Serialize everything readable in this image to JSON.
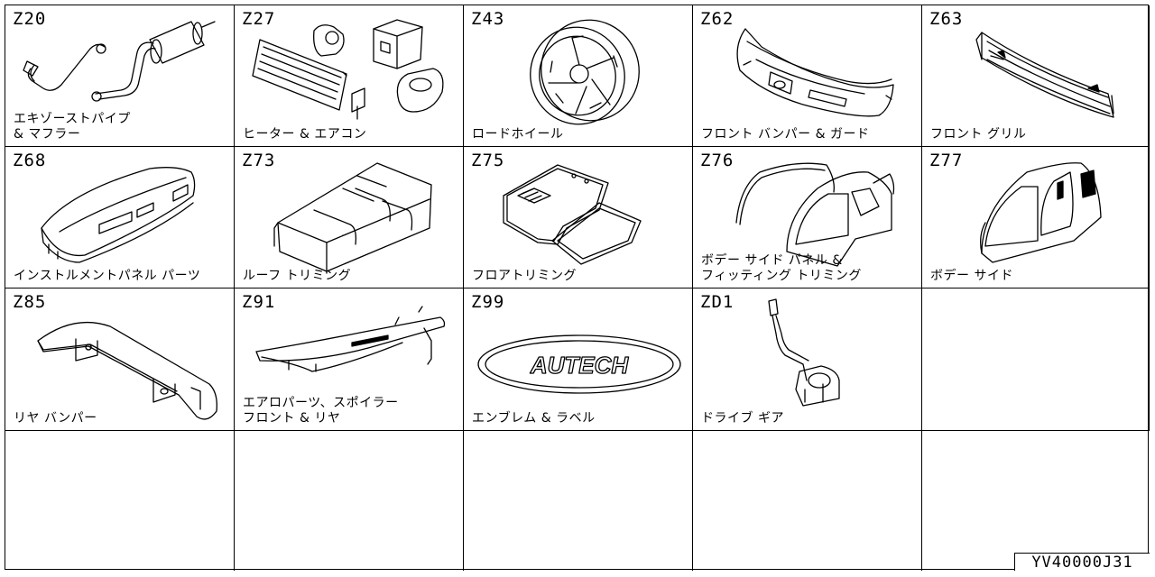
{
  "document_id": "YV40000J31",
  "cells": [
    {
      "code": "Z20",
      "label": "エキゾーストパイプ\n& マフラー",
      "icon": "exhaust-muffler-drawing"
    },
    {
      "code": "Z27",
      "label": "ヒーター & エアコン",
      "icon": "heater-aircon-drawing"
    },
    {
      "code": "Z43",
      "label": "ロードホイール",
      "icon": "road-wheel-drawing"
    },
    {
      "code": "Z62",
      "label": "フロント バンパー & ガード",
      "icon": "front-bumper-drawing"
    },
    {
      "code": "Z63",
      "label": "フロント グリル",
      "icon": "front-grille-drawing"
    },
    {
      "code": "Z68",
      "label": "インストルメントパネル パーツ",
      "icon": "instrument-panel-drawing"
    },
    {
      "code": "Z73",
      "label": "ルーフ トリミング",
      "icon": "roof-trim-drawing"
    },
    {
      "code": "Z75",
      "label": "フロアトリミング",
      "icon": "floor-mat-drawing"
    },
    {
      "code": "Z76",
      "label": "ボデー サイド パネル &\nフィッティング トリミング",
      "icon": "body-side-panel-drawing"
    },
    {
      "code": "Z77",
      "label": "ボデー サイド",
      "icon": "body-side-drawing"
    },
    {
      "code": "Z85",
      "label": "リヤ バンパー",
      "icon": "rear-bumper-drawing"
    },
    {
      "code": "Z91",
      "label": "エアロパーツ、スポイラー\nフロント & リヤ",
      "icon": "spoiler-drawing"
    },
    {
      "code": "Z99",
      "label": "エンブレム & ラベル",
      "icon": "emblem-drawing",
      "emblem_text": "AUTECH"
    },
    {
      "code": "ZD1",
      "label": "ドライブ ギア",
      "icon": "drive-gear-drawing"
    },
    {
      "code": "",
      "label": "",
      "icon": ""
    },
    {
      "code": "",
      "label": "",
      "icon": ""
    },
    {
      "code": "",
      "label": "",
      "icon": ""
    },
    {
      "code": "",
      "label": "",
      "icon": ""
    },
    {
      "code": "",
      "label": "",
      "icon": ""
    },
    {
      "code": "",
      "label": "",
      "icon": ""
    }
  ]
}
